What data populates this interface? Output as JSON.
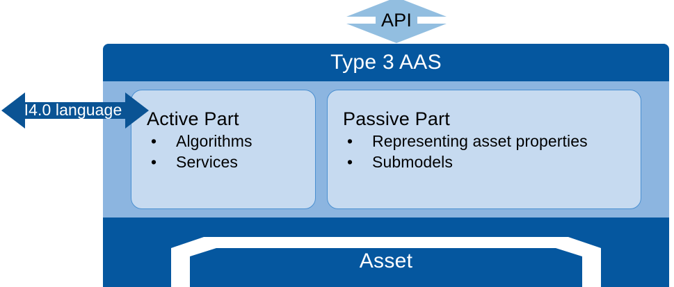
{
  "diagram": {
    "title": "Type 3 AAS",
    "api_arrow": {
      "label": "API",
      "icon": "double-arrow-vertical-icon",
      "color": "#92BEE0"
    },
    "language_arrow": {
      "label": "I4.0 language",
      "icon": "double-arrow-horizontal-icon",
      "color": "#0A5394"
    },
    "header": {
      "label": "Type 3 AAS",
      "color": "#05579F",
      "text_color": "#FFFFFF"
    },
    "mid_band": {
      "color": "#8CB5E0"
    },
    "parts": [
      {
        "title": "Active Part",
        "bullet": "•",
        "items": [
          "Algorithms",
          "Services"
        ]
      },
      {
        "title": "Passive Part",
        "bullet": "•",
        "items": [
          "Representing asset properties",
          "Submodels"
        ]
      }
    ],
    "asset": {
      "label": "Asset",
      "color": "#05579F",
      "bracket_color": "#FFFFFF",
      "text_color": "#FFFFFF"
    }
  }
}
